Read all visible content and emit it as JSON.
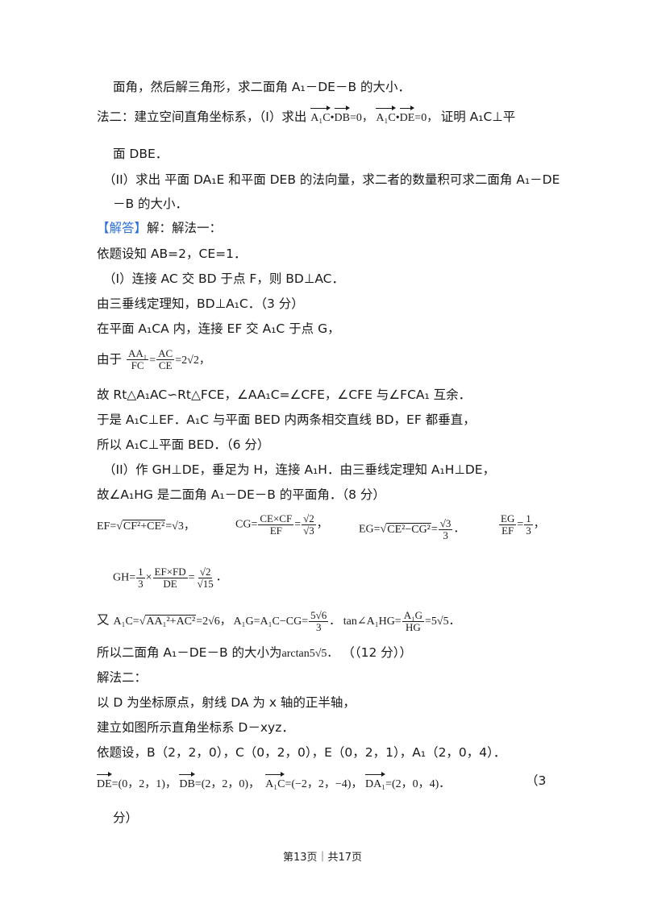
{
  "lines": {
    "l1": "面角，然后解三角形，求二面角 A₁－DE－B 的大小．",
    "l2a": "法二：建立空间直角坐标系，（I）求出",
    "l2b": "证明 A₁C⊥平",
    "l3": "面 DBE．",
    "l4": "（II）求出 平面 DA₁E 和平面 DEB 的法向量，求二者的数量积可求二面角 A₁－DE",
    "l5": "－B 的大小．",
    "l6_tag": "【解答】",
    "l6_rest": "解：解法一：",
    "l7": "依题设知 AB=2，CE=1．",
    "l8": "（I）连接 AC 交 BD 于点 F，则 BD⊥AC．",
    "l9": "由三垂线定理知，BD⊥A₁C．（3 分）",
    "l10": "在平面 A₁CA 内，连接 EF 交 A₁C 于点 G，",
    "l11a": "由于",
    "l12": "故 Rt△A₁AC∽Rt△FCE，∠AA₁C=∠CFE，∠CFE 与∠FCA₁ 互余．",
    "l13": "于是 A₁C⊥EF．A₁C 与平面 BED 内两条相交直线 BD，EF 都垂直，",
    "l14": "所以 A₁C⊥平面 BED．（6 分）",
    "l15": "（II）作 GH⊥DE，垂足为 H，连接 A₁H．由三垂线定理知 A₁H⊥DE，",
    "l16": "故∠A₁HG 是二面角 A₁－DE－B 的平面角．（8 分）",
    "l19a": "又",
    "l20a": "所以二面角 A₁－DE－B 的大小为",
    "l20b": "arctan5√5．",
    "l20c": "（（12 分））",
    "l21": "解法二：",
    "l22": "以 D 为坐标原点，射线 DA 为 x 轴的正半轴，",
    "l23": "建立如图所示直角坐标系 D－xyz．",
    "l24": "依题设，B（2，2，0），C（0，2，0），E（0，2，1），A₁（2，0，4）．",
    "l25b": "（3",
    "l26": "分）"
  },
  "math": {
    "a1c": "A₁C",
    "db": "DB",
    "de": "DE",
    "dot_zero": "=0，",
    "dot_zero2": "=0，",
    "ratio_n1": "AA₁",
    "ratio_d1": "FC",
    "ratio_n2": "AC",
    "ratio_d2": "CE",
    "ratio_val": "=2√2，",
    "ef_label": "EF=",
    "ef_rad": "CF²+CE²",
    "ef_val": "=√3，",
    "cg_label": "CG=",
    "cg_n": "CE×CF",
    "cg_d": "EF",
    "cg_n2": "√2",
    "cg_d2": "√3",
    "eg_label": "EG=",
    "eg_rad": "CE²−CG²",
    "eg_val": "=",
    "eg_n": "√3",
    "eg_d": "3",
    "efr_n": "EG",
    "efr_d": "EF",
    "efr_n2": "1",
    "efr_d2": "3",
    "gh_label": "GH=",
    "gh_n": "1",
    "gh_d": "3",
    "gh_n2": "EF×FD",
    "gh_d2": "DE",
    "gh_n3": "√2",
    "gh_d3": "√15",
    "a1c_label": "A₁C=",
    "a1c_rad": "AA₁²+AC²",
    "a1c_val": "=2√6，",
    "a1g_label": "A₁G=A₁C−CG=",
    "a1g_n": "5√6",
    "a1g_d": "3",
    "tan_label": "tan∠A₁HG=",
    "tan_n": "A₁G",
    "tan_d": "HG",
    "tan_val": "=5√5．",
    "vec_de": "DE",
    "vec_de_val": "=(0，2，1)，",
    "vec_db": "DB",
    "vec_db_val": "=(2，2，0)，",
    "vec_a1c": "A₁C",
    "vec_a1c_val": "=(−2，2，−4)，",
    "vec_da1": "DA₁",
    "vec_da1_val": "=(2，0，4)．"
  },
  "footer": "第13页｜共17页"
}
